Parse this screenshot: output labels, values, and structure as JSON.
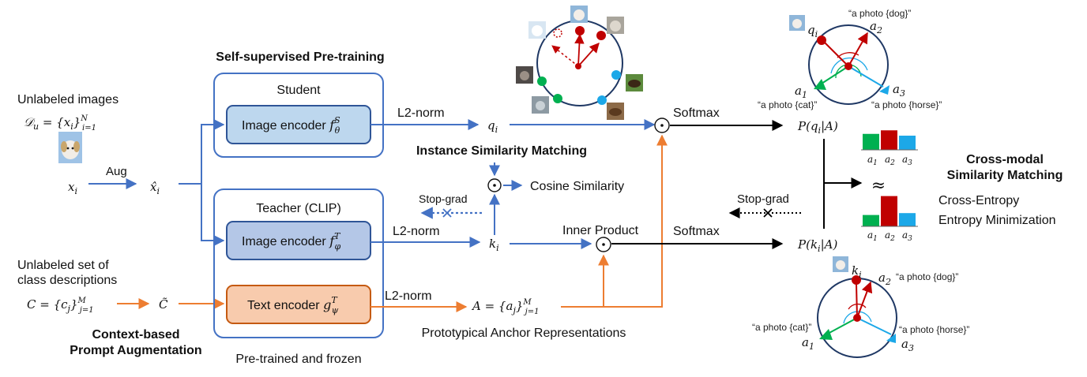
{
  "colors": {
    "blue": "#4472C4",
    "orange": "#ED7D31",
    "red": "#C00000",
    "green": "#00B050",
    "cyan": "#1CA8E8",
    "student_fill": "#BDD7EE",
    "teacher_fill": "#B4C7E7",
    "text_fill": "#F8CBAD"
  },
  "left": {
    "unlabeled_images": "Unlabeled images",
    "du_formula": "𝒟u = {xi}Ni=1",
    "xi": "xi",
    "aug": "Aug",
    "xhat": "x̂i",
    "unlabeled_set_line1": "Unlabeled set of",
    "unlabeled_set_line2": "class descriptions",
    "c_formula": "C = {cj}Mj=1",
    "ctilde": "C̃",
    "cba_line1": "Context-based",
    "cba_line2": "Prompt Augmentation"
  },
  "pretrain": {
    "title": "Self-supervised Pre-training",
    "student": "Student",
    "student_encoder": "Image encoder fSθ",
    "teacher": "Teacher (CLIP)",
    "teacher_encoder": "Image encoder fTφ",
    "text_encoder": "Text encoder gTψ",
    "frozen": "Pre-trained and frozen"
  },
  "middle": {
    "l2norm": "L2-norm",
    "qi": "qi",
    "ki": "ki",
    "anchor": "A = {aj}Mj=1",
    "ism": "Instance Similarity Matching",
    "odot": "⊙",
    "cosine": "Cosine Similarity",
    "stop_grad": "Stop-grad",
    "inner_product": "Inner Product",
    "proto": "Prototypical Anchor Representations"
  },
  "right": {
    "softmax": "Softmax",
    "pq": "P(qi|A)",
    "pk": "P(ki|A)",
    "a1": "a1",
    "a2": "a2",
    "a3": "a3",
    "cmsm_line1": "Cross-modal",
    "cmsm_line2": "Similarity Matching",
    "approx": "≈",
    "cross_entropy": "Cross-Entropy",
    "entropy_min": "Entropy Minimization",
    "stop_grad": "Stop-grad",
    "photo_dog": "“a photo {dog}”",
    "photo_cat": "“a photo {cat}”",
    "photo_horse": "“a photo {horse}”",
    "qi": "qi",
    "ki": "ki"
  },
  "bars_top": [
    0.45,
    0.55,
    0.4
  ],
  "bars_bottom": [
    0.3,
    0.8,
    0.35
  ]
}
